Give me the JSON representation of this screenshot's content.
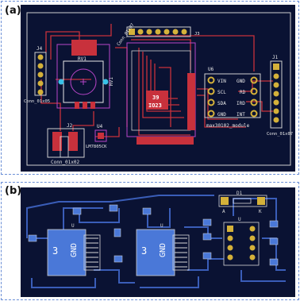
{
  "panel_a": {
    "label": "(a)",
    "connectors": {
      "j4_left": "J4",
      "j4_left_caption": "Conn_01x05",
      "j3_top": "J3",
      "j3_top_caption": "Conn_01x07",
      "j1_right": "J1",
      "j1_right_caption": "Conn_01x07",
      "j2_bottom": "J2",
      "j2_bottom_caption": "Conn_01x02"
    },
    "components": {
      "rv1_top": "RV1",
      "rv1_side": "RV1",
      "u4": "U4",
      "u4_caption": "LM7805CK",
      "u6": "U6",
      "u6_caption": "max30102_module",
      "esp_top_num": "39",
      "esp_io": "IO23"
    },
    "u6_pins": {
      "left": [
        "VIN",
        "SCL",
        "SDA",
        "GND"
      ],
      "right": [
        "GND",
        "RD",
        "IRD",
        "INT"
      ]
    },
    "colors": {
      "board": "#0a1233",
      "copper_red": "#c8313c",
      "pad_gold": "#d4b13a",
      "outline_purple": "#b845c8",
      "silk_white": "#e8e8e8",
      "cyan_hole": "#39c2e8"
    }
  },
  "panel_b": {
    "label": "(b)",
    "ics": [
      "U",
      "U"
    ],
    "ic_labels": [
      "3\nGND",
      "3\nGND"
    ],
    "ic_text_a": "3",
    "ic_text_b": "GND",
    "ic_text_c": "3",
    "ic_text_d": "GND",
    "diode": "D1",
    "diode_pins": [
      "A",
      "K"
    ],
    "u_right": "U",
    "colors": {
      "board": "#0a1233",
      "copper_blue": "#3a5db8",
      "ic_blue": "#4a78d8",
      "pad_gold": "#d4b13a",
      "silk_white": "#d8d8d8"
    }
  }
}
